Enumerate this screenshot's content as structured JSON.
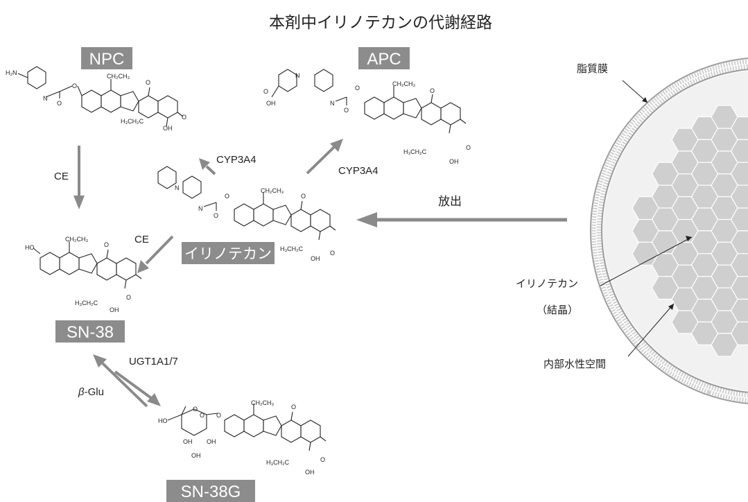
{
  "title": "本剤中イリノテカンの代謝経路",
  "compounds": {
    "npc": "NPC",
    "apc": "APC",
    "irinotecan": "イリノテカン",
    "sn38": "SN-38",
    "sn38g": "SN-38G"
  },
  "enzymes": {
    "ce_left": "CE",
    "ce_mid": "CE",
    "cyp_left": "CYP3A4",
    "cyp_right": "CYP3A4",
    "ugt": "UGT1A1/7",
    "glu_beta": "β",
    "glu_rest": "-Glu"
  },
  "release": "放出",
  "liposome": {
    "membrane": "脂質膜",
    "crystal_line1": "イリノテカン",
    "crystal_line2": "（結晶）",
    "aqueous": "内部水性空間"
  },
  "atoms": {
    "h2n": "H₂N",
    "ethyl": "CH₂CH₃",
    "ethyl_low": "H₃CH₂C",
    "o": "O",
    "n": "N",
    "oh": "OH",
    "ho": "HO"
  },
  "colors": {
    "label_box": "#8c8c8c",
    "arrow": "#8a8a8a",
    "membrane": "#9a9a9a",
    "crystal": "#cfcfcf"
  }
}
